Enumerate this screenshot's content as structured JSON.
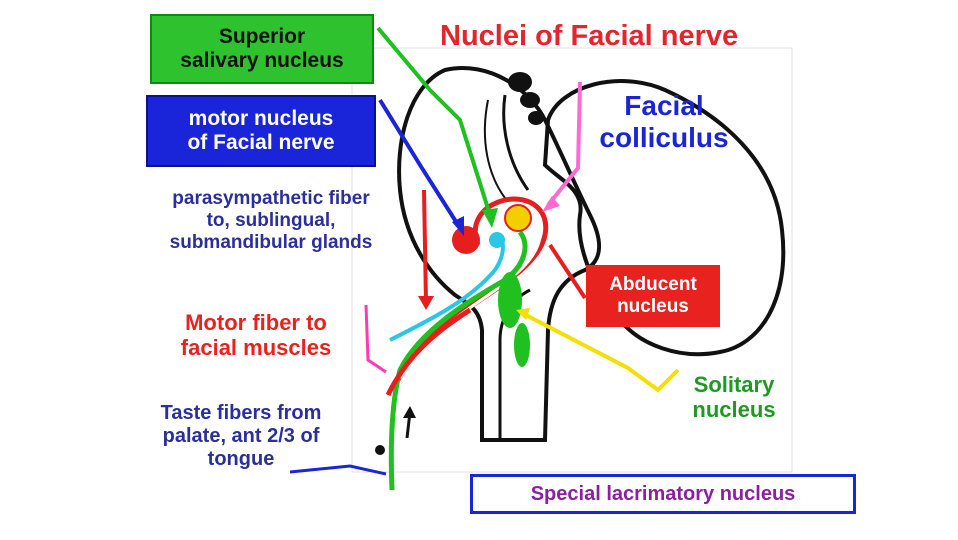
{
  "title": "Nuclei of Facial nerve",
  "labels": {
    "superior_salivary": "Superior\nsalivary nucleus",
    "motor_nucleus": "motor nucleus\nof Facial nerve",
    "parasympathetic": "parasympathetic fiber\nto, sublingual,\nsubmandibular glands",
    "motor_fiber": "Motor fiber to\nfacial muscles",
    "taste_fibers": "Taste fibers from\npalate, ant 2/3 of\ntongue",
    "facial_colliculus": "Facial\ncolliculus",
    "abducent": "Abducent\nnucleus",
    "solitary": "Solitary\nnucleus",
    "lacrimatory": "Special lacrimatory nucleus"
  },
  "colors": {
    "title": "#e3262b",
    "green_box": "#2fc22f",
    "blue_box": "#1a24d8",
    "red_box": "#e8221e",
    "navy_text": "#2a2f9c",
    "green_text": "#1e9a22",
    "purple_text": "#8a1fa0",
    "motor_nucleus_dot": "#e61e1e",
    "superior_salivary_dot": "#29c6e6",
    "abducent_dot": "#f2d000"
  }
}
